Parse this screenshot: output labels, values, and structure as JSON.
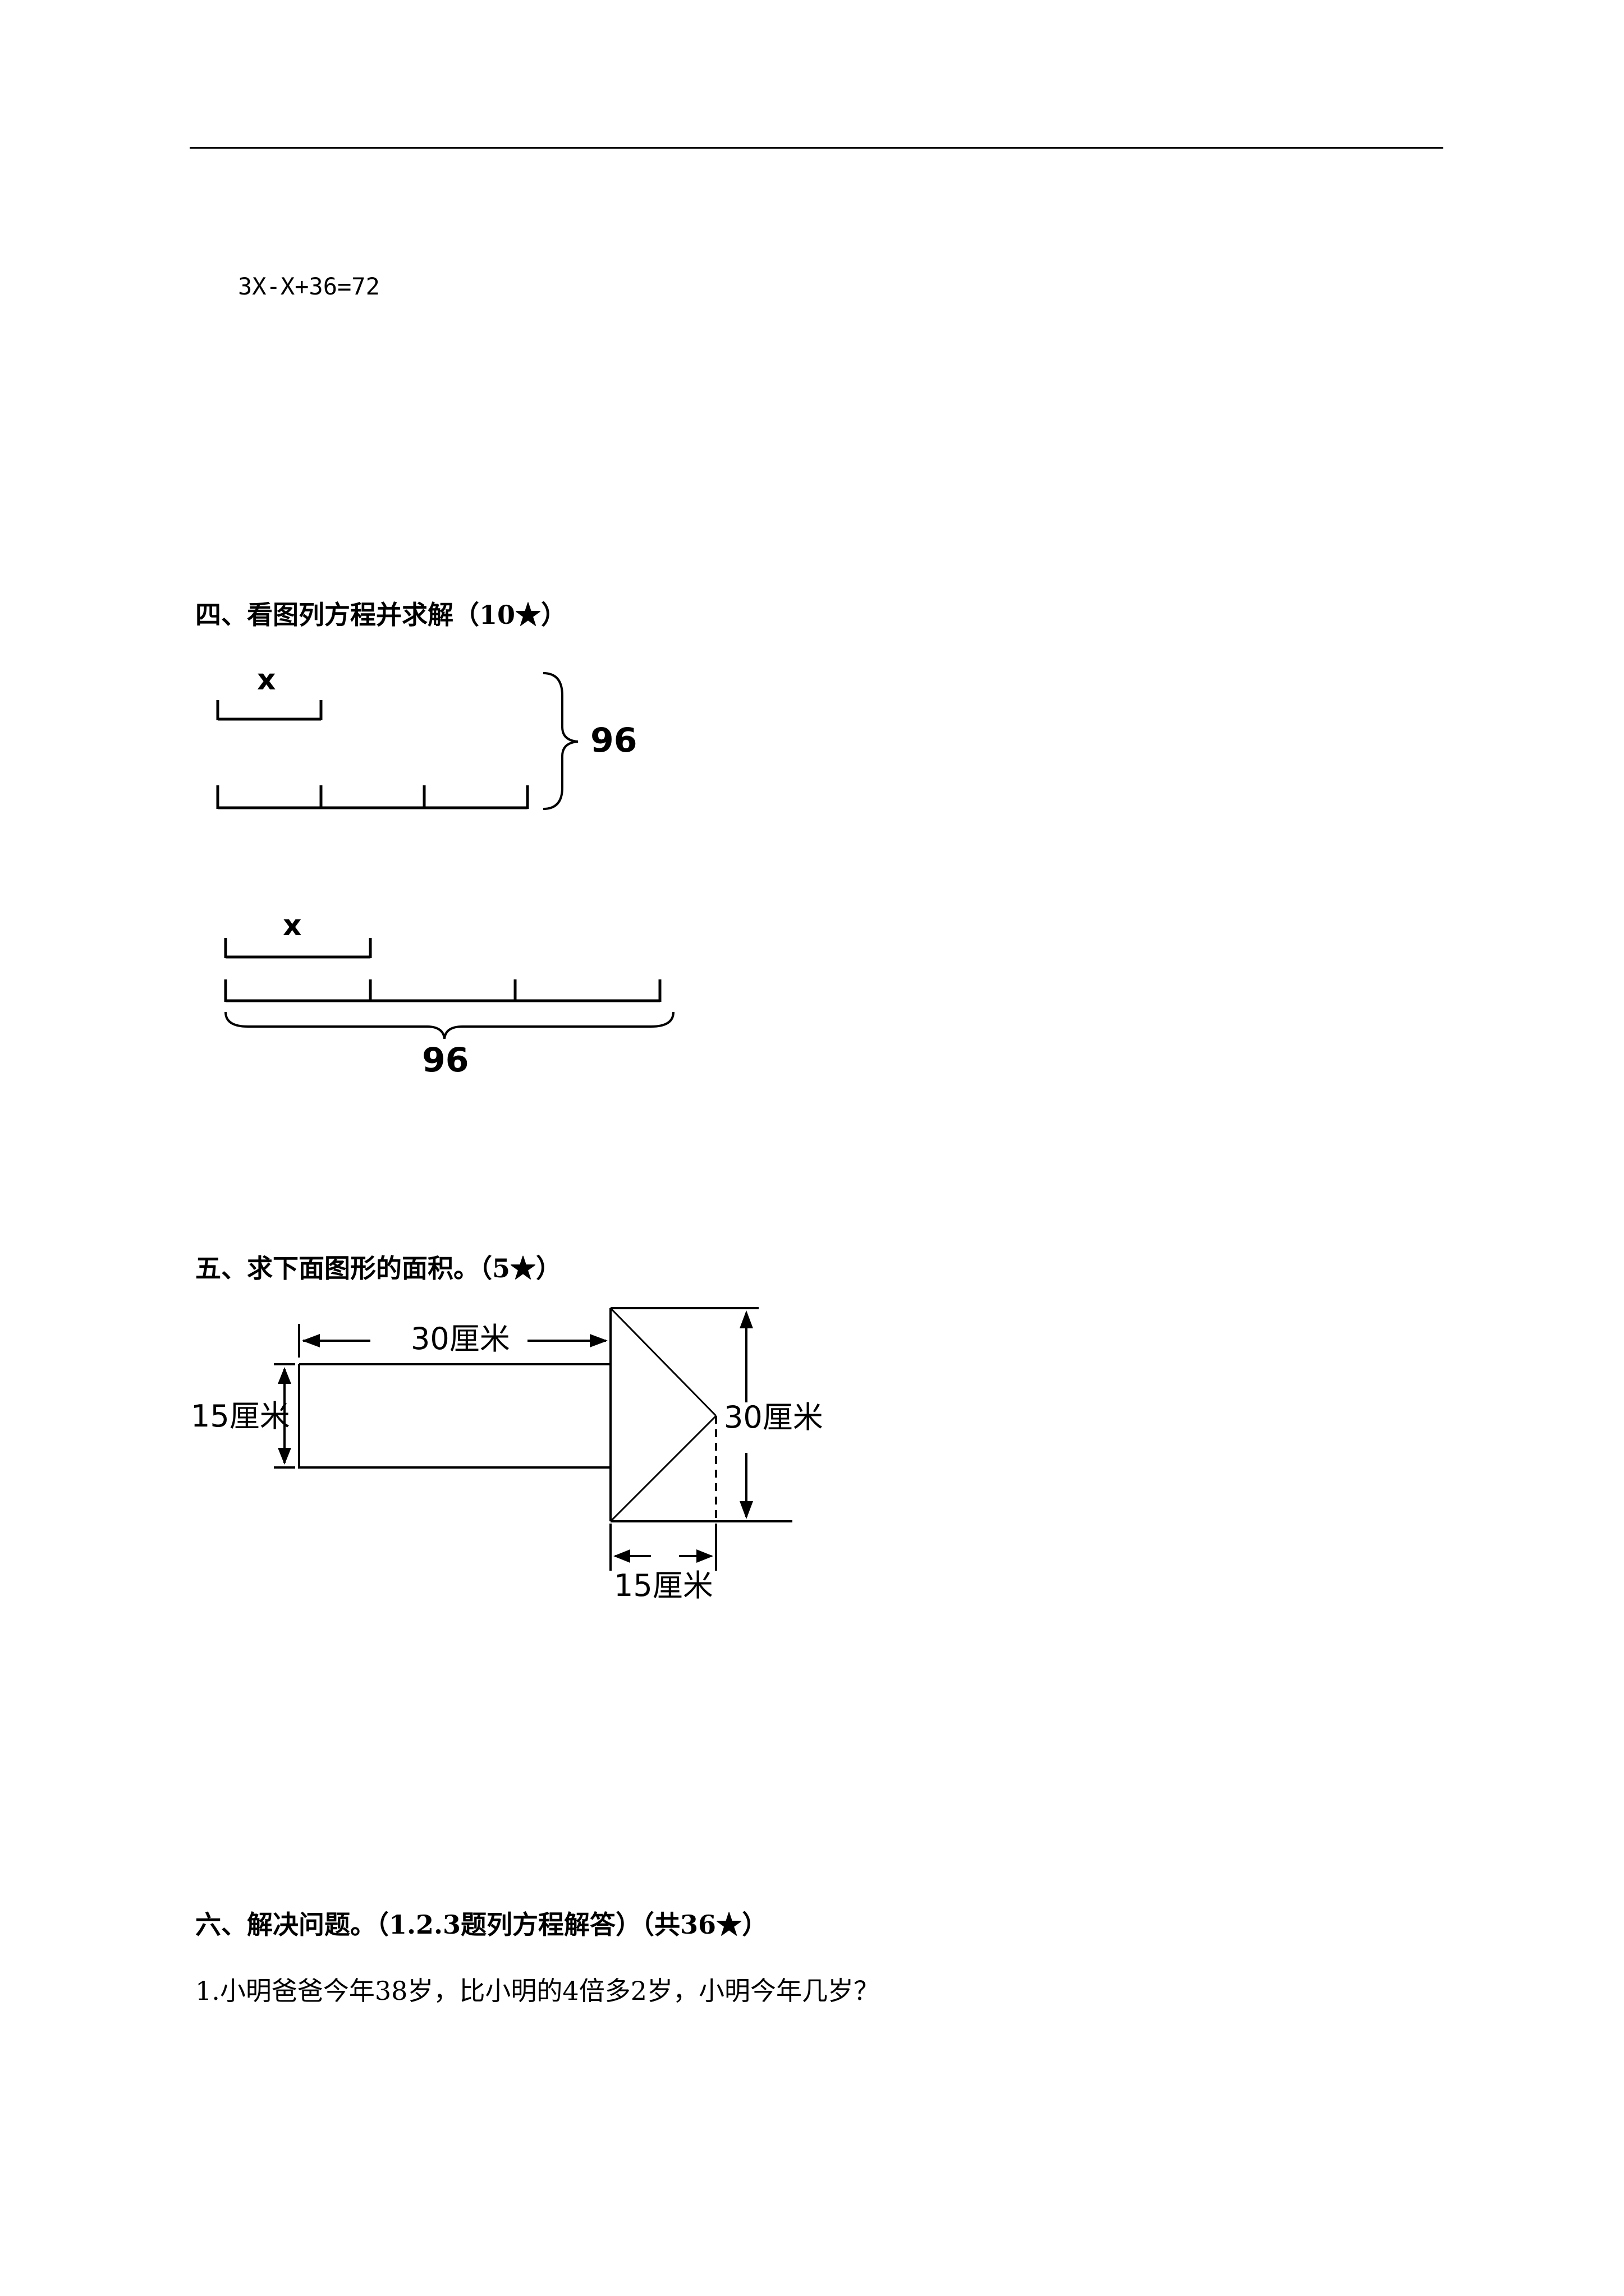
{
  "equation": "3X-X+36=72",
  "section4": {
    "heading": "四、看图列方程并求解（10★）",
    "figure1": {
      "unknown": "x",
      "total": "96"
    },
    "figure2": {
      "unknown": "x",
      "total": "96"
    }
  },
  "section5": {
    "heading": "五、求下面图形的面积。（5★）",
    "labels": {
      "top_length": "30厘米",
      "left_height": "15厘米",
      "right_height": "30厘米",
      "bottom_width": "15厘米"
    }
  },
  "section6": {
    "heading": "六、解决问题。（1.2.3题列方程解答）（共36★）",
    "question1": "1.小明爸爸今年38岁，比小明的4倍多2岁，小明今年几岁？"
  }
}
